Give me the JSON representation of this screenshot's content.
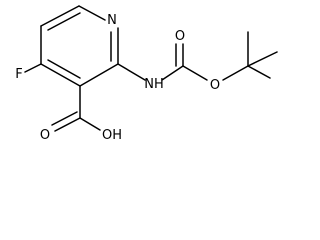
{
  "atoms": {
    "n_ring": "N",
    "f": "F",
    "nh": "NH",
    "o_carbonyl": "O",
    "o_ester": "O",
    "o_acid": "O",
    "oh": "OH"
  }
}
